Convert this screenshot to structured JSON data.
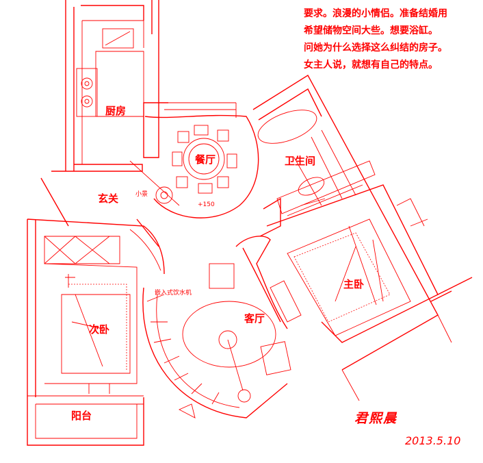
{
  "note": {
    "lines": [
      "要求。浪漫的小情侣。准备结婚用",
      "希望储物空间大些。想要浴缸。",
      "问她为什么选择这么纠结的房子。",
      "女主人说，就想有自己的特点。"
    ]
  },
  "rooms": {
    "kitchen": "厨房",
    "dining": "餐厅",
    "bathroom": "卫生间",
    "entrance": "玄关",
    "master_bedroom": "主卧",
    "second_bedroom": "次卧",
    "living_room": "客厅",
    "balcony": "阳台"
  },
  "annotations": {
    "small_plant": "小景",
    "elevation": "+150",
    "water_dispenser": "嵌入式饮水机"
  },
  "signature": "君熙晨",
  "date": "2013.5.10"
}
